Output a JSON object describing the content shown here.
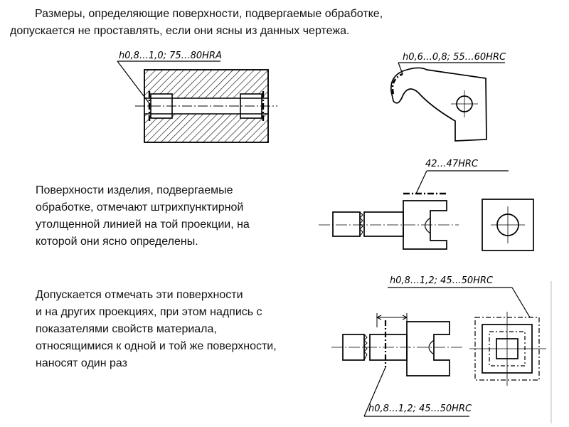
{
  "intro": {
    "line1": "Размеры, определяющие поверхности, подвергаемые  обработке,",
    "line2": "допускается не проставлять, если они ясны из данных чертежа."
  },
  "paragraph1": [
    "Поверхности изделия, подвергаемые",
    "обработке, отмечают штрихпунктирной",
    "утолщенной линией на той проекции, на",
    "которой они ясно определены."
  ],
  "paragraph2": [
    "Допускается отмечать эти поверхности",
    "и на других проекциях, при этом надпись с",
    "показателями свойств материала,",
    "относящимися к одной и той же поверхности,",
    "наносят один раз"
  ],
  "drawings": {
    "fig1_label": "h0,8…1,0;  75…80HRA",
    "fig2_label": "h0,6…0,8;  55…60HRC",
    "fig3_label": "42…47HRC",
    "fig4_label_top": "h0,8…1,2;  45…50HRC",
    "fig4_label_bottom": "h0,8…1,2;  45…50HRC"
  }
}
